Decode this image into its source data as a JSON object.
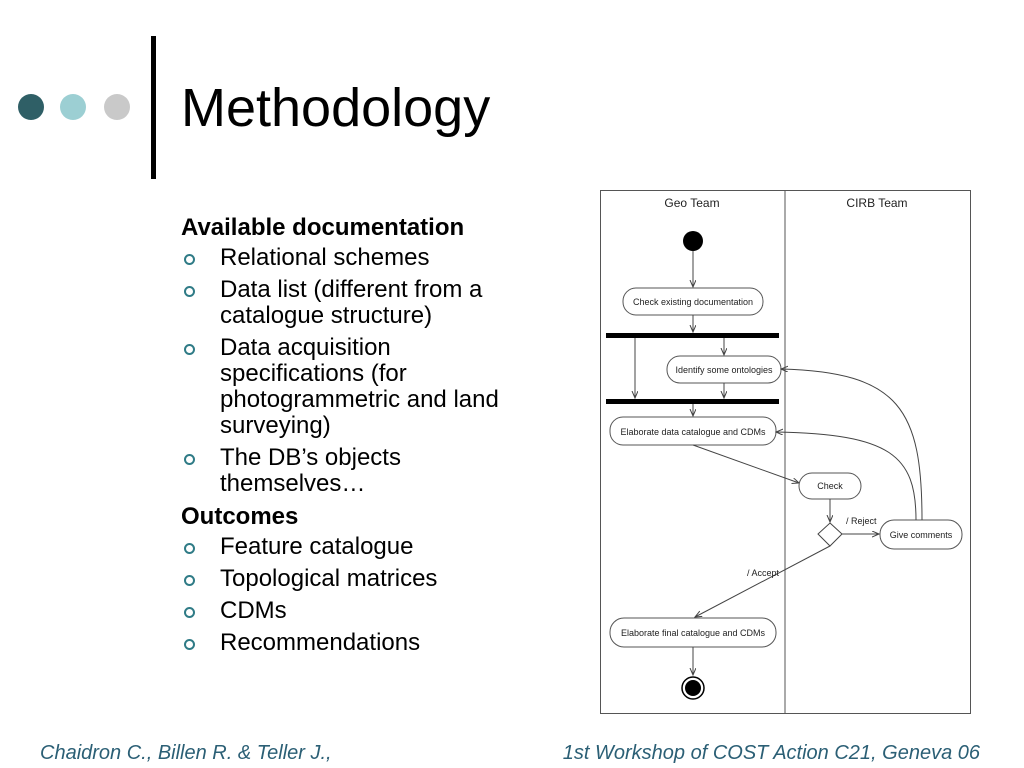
{
  "slide": {
    "title": "Methodology",
    "sections": [
      {
        "heading": "Available documentation",
        "items": [
          [
            "Relational schemes"
          ],
          [
            "Data list (different from a",
            "catalogue structure)"
          ],
          [
            "Data acquisition",
            "specifications (for",
            "photogrammetric and land",
            "surveying)"
          ],
          [
            "The DB’s objects",
            "themselves…"
          ]
        ]
      },
      {
        "heading": "Outcomes",
        "items": [
          [
            "Feature catalogue"
          ],
          [
            "Topological matrices"
          ],
          [
            "CDMs"
          ],
          [
            "Recommendations"
          ]
        ]
      }
    ],
    "footer": {
      "left": "Chaidron C., Billen R. & Teller J.,",
      "right": "1st Workshop of COST Action C21, Geneva 06"
    }
  },
  "diagram": {
    "lanes": [
      "Geo Team",
      "CIRB Team"
    ],
    "activities": {
      "check_existing": "Check existing documentation",
      "identify_ontologies": "Identify some ontologies",
      "elaborate_catalogue": "Elaborate data catalogue and CDMs",
      "check": "Check",
      "give_comments": "Give comments",
      "elaborate_final": "Elaborate final catalogue and CDMs"
    },
    "guards": {
      "reject": "/ Reject",
      "accept": "/ Accept"
    }
  }
}
